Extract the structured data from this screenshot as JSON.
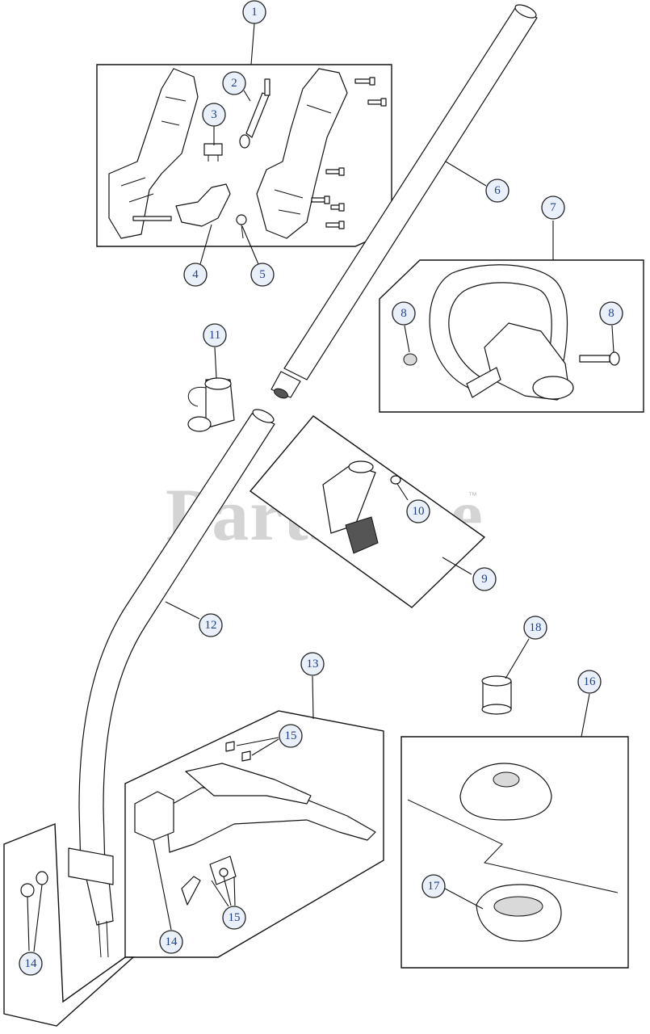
{
  "watermark": {
    "text": "PartsTree",
    "trademark": "™"
  },
  "callouts": [
    "1",
    "2",
    "3",
    "4",
    "5",
    "6",
    "7",
    "8",
    "8",
    "11",
    "10",
    "9",
    "12",
    "13",
    "15",
    "14",
    "15",
    "14",
    "18",
    "16",
    "17"
  ],
  "colors": {
    "callout_fill": "#eaf0fa",
    "callout_text": "#1f3f86",
    "line": "#111111",
    "watermark": "#d4d4d4"
  }
}
